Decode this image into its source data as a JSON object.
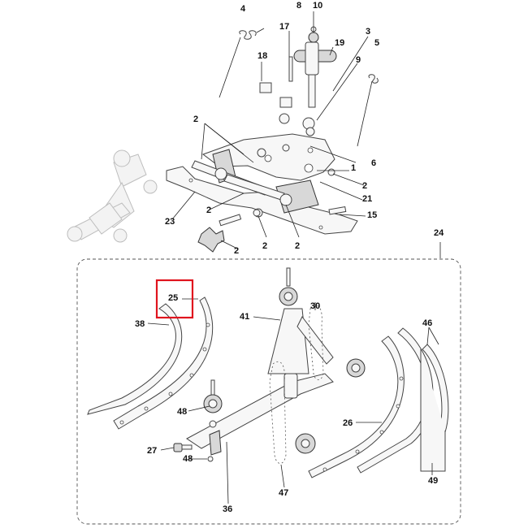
{
  "callouts": {
    "c2a": "2",
    "c2b": "2",
    "c2c": "2",
    "c2d": "2",
    "c2e": "2",
    "c2f": "2",
    "c3": "3",
    "c4": "4",
    "c5": "5",
    "c6": "6",
    "c8": "8",
    "c9": "9",
    "c10": "10",
    "c15": "15",
    "c17": "17",
    "c18": "18",
    "c19": "19",
    "c21": "21",
    "c23": "23",
    "c24": "24",
    "c25": "25",
    "c26": "26",
    "c27": "27",
    "c30": "30",
    "c36": "36",
    "c38": "38",
    "c41": "41",
    "c46": "46",
    "c47": "47",
    "c48a": "48",
    "c48b": "48",
    "c49": "49",
    "c1": "1"
  },
  "highlight": {
    "label": "25",
    "color": "#e0141e"
  },
  "colors": {
    "line": "#333333",
    "ghost": "#bdbdbd"
  }
}
